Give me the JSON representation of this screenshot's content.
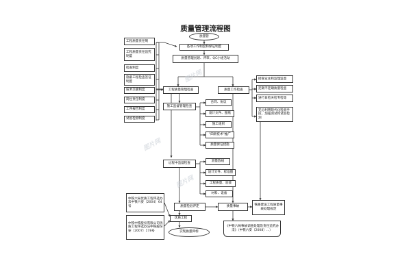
{
  "title": "质量管理流程图",
  "nodes": {
    "start": "质量管",
    "lead": "各项工作制度和保证制度",
    "qc": "质量管理创建、评审，QC小组活动",
    "check": "工程质量管理检查",
    "work": "质量工作检查",
    "supervise": "施工监督管理检查",
    "midcheck": "过程中监督检查",
    "eval": "质量检验评定",
    "accident": "质量事故",
    "excellent": "优质工程",
    "rework": "实现质量目标",
    "report": "铁路建设工程质量事故处理规定",
    "bottomdoc": "《中铁六局事故调查处理及责任追究办法》（中铁六安〔2008〕...）"
  },
  "left_column": [
    "工程质量责任制",
    "工程质量责任追究制度",
    "检查制度",
    "隐蔽工程检查签证制度",
    "技术交底制度",
    "岗位责任制度",
    "工序报告制度",
    "试验检测制度"
  ],
  "left_docs": [
    "中铁六局优质工程评选办法中铁六安〔2004〕64号",
    "中铁中铁股份有限公司优质工程评选办法中铁股份安〔2007〕178号"
  ],
  "right_column": [
    "接受业主和监理监督",
    "定期不定期质量检查",
    "进行日检天检专检等",
    "充分利用现代化检测手段，加强测试和试验检测"
  ],
  "supervise_items": [
    "合同、协议",
    "设计文件、图纸",
    "施工组织",
    "\"四新技术\"推广",
    "质量保证措施"
  ],
  "midcheck_items": [
    "测量放线",
    "设计文件、标准图",
    "工程质量、验收",
    "材料、设备"
  ],
  "watermarks": [
    "图片网",
    "图片网",
    "图片网"
  ]
}
